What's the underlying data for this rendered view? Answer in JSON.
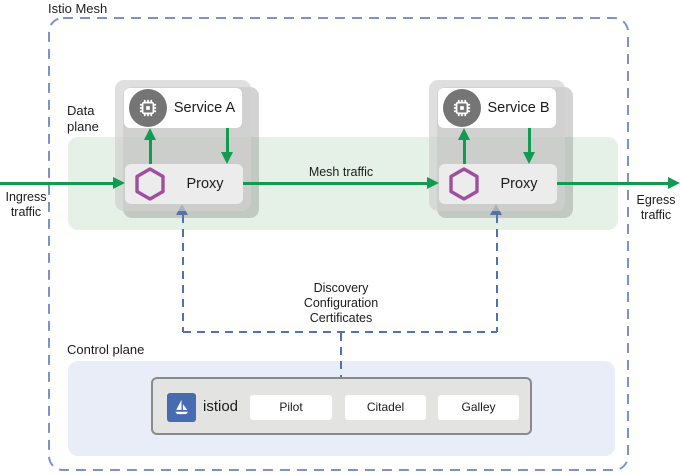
{
  "diagram": {
    "title": "Istio Mesh",
    "mesh_label": "Istio Mesh",
    "data_plane_label": "Data\nplane",
    "control_plane_label": "Control plane",
    "ingress_label": "Ingress\ntraffic",
    "egress_label": "Egress\ntraffic",
    "mesh_traffic_label": "Mesh traffic",
    "discovery_label": "Discovery\nConfiguration\nCertificates",
    "pods": [
      {
        "service": "Service A",
        "proxy": "Proxy"
      },
      {
        "service": "Service B",
        "proxy": "Proxy"
      }
    ],
    "istiod": {
      "label": "istiod",
      "components": [
        "Pilot",
        "Citadel",
        "Galley"
      ]
    },
    "icons": {
      "service": "microchip-icon",
      "proxy": "hexagon-icon",
      "istiod": "sailboat-icon"
    },
    "colors": {
      "traffic_arrow_green": "#119b51",
      "data_plane_band": "#e5f0e7",
      "control_plane_bg": "#e8edf8",
      "mesh_border_dash": "#7b93cd",
      "connector_dash": "#4f71b8",
      "proxy_hexagon_purple": "#9e4f9e",
      "istio_logo_blue": "#466bb0",
      "service_icon_gray": "#757575",
      "istiod_box_bg": "#e3e3e1",
      "istiod_box_border": "#8a8a8a",
      "text": "#1c1c1c"
    }
  }
}
